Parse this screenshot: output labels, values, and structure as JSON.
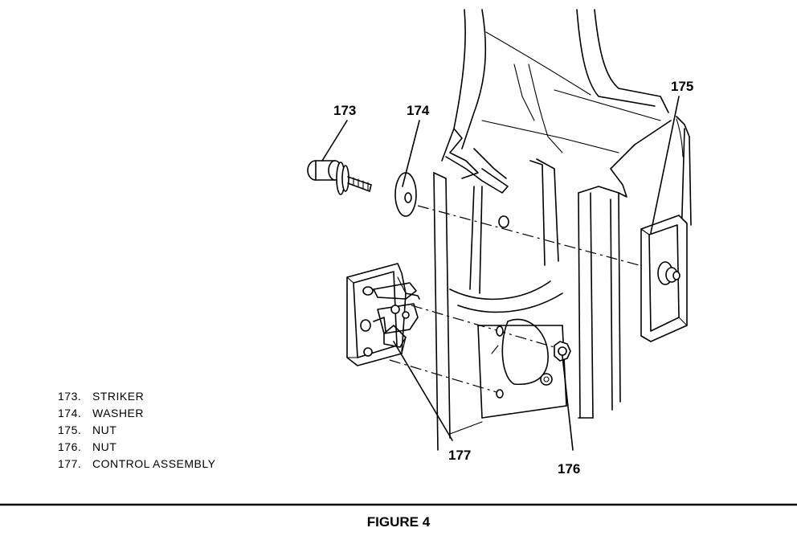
{
  "figure": {
    "caption": "FIGURE 4"
  },
  "callouts": {
    "c173": "173",
    "c174": "174",
    "c175": "175",
    "c176": "176",
    "c177": "177"
  },
  "legend": [
    {
      "number": "173.",
      "label": "STRIKER"
    },
    {
      "number": "174.",
      "label": "WASHER"
    },
    {
      "number": "175.",
      "label": "NUT"
    },
    {
      "number": "176.",
      "label": "NUT"
    },
    {
      "number": "177.",
      "label": "CONTROL ASSEMBLY"
    }
  ]
}
